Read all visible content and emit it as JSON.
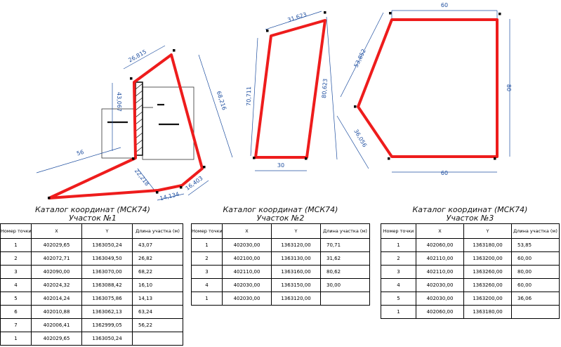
{
  "colors": {
    "boundary": "#ee1c1c",
    "dimension": "#1f4fa0",
    "building": "#333333"
  },
  "plots": [
    {
      "edge_labels": [
        "26,815",
        "68,216",
        "16,403",
        "14,134",
        "22,218",
        "56",
        "43,067"
      ],
      "catalog": {
        "title": "Каталог координат (МСК74)",
        "subtitle": "Участок №1",
        "headers": [
          "Номер точки",
          "X",
          "Y",
          "Длина участка (м)"
        ],
        "rows": [
          [
            "1",
            "402029,65",
            "1363050,24",
            "43,07"
          ],
          [
            "2",
            "402072,71",
            "1363049,50",
            "26,82"
          ],
          [
            "3",
            "402090,00",
            "1363070,00",
            "68,22"
          ],
          [
            "4",
            "402024,32",
            "1363088,42",
            "16,10"
          ],
          [
            "5",
            "402014,24",
            "1363075,86",
            "14,13"
          ],
          [
            "6",
            "402010,88",
            "1363062,13",
            "63,24"
          ],
          [
            "7",
            "402006,41",
            "1362999,05",
            "56,22"
          ],
          [
            "1",
            "402029,65",
            "1363050,24",
            ""
          ]
        ]
      }
    },
    {
      "edge_labels": [
        "31,623",
        "80,623",
        "30",
        "70,711"
      ],
      "catalog": {
        "title": "Каталог координат (МСК74)",
        "subtitle": "Участок №2",
        "headers": [
          "Номер точки",
          "X",
          "Y",
          "Длина участка (м)"
        ],
        "rows": [
          [
            "1",
            "402030,00",
            "1363120,00",
            "70,71"
          ],
          [
            "2",
            "402100,00",
            "1363130,00",
            "31,62"
          ],
          [
            "3",
            "402110,00",
            "1363160,00",
            "80,62"
          ],
          [
            "4",
            "402030,00",
            "1363150,00",
            "30,00"
          ],
          [
            "1",
            "402030,00",
            "1363120,00",
            ""
          ]
        ]
      }
    },
    {
      "edge_labels": [
        "60",
        "80",
        "60",
        "36,056",
        "53,852"
      ],
      "catalog": {
        "title": "Каталог координат (МСК74)",
        "subtitle": "Участок №3",
        "headers": [
          "Номер точки",
          "X",
          "Y",
          "Длина участка (м)"
        ],
        "rows": [
          [
            "1",
            "402060,00",
            "1363180,00",
            "53,85"
          ],
          [
            "2",
            "402110,00",
            "1363200,00",
            "60,00"
          ],
          [
            "3",
            "402110,00",
            "1363260,00",
            "80,00"
          ],
          [
            "4",
            "402030,00",
            "1363260,00",
            "60,00"
          ],
          [
            "5",
            "402030,00",
            "1363200,00",
            "36,06"
          ],
          [
            "1",
            "402060,00",
            "1363180,00",
            ""
          ]
        ]
      }
    }
  ]
}
